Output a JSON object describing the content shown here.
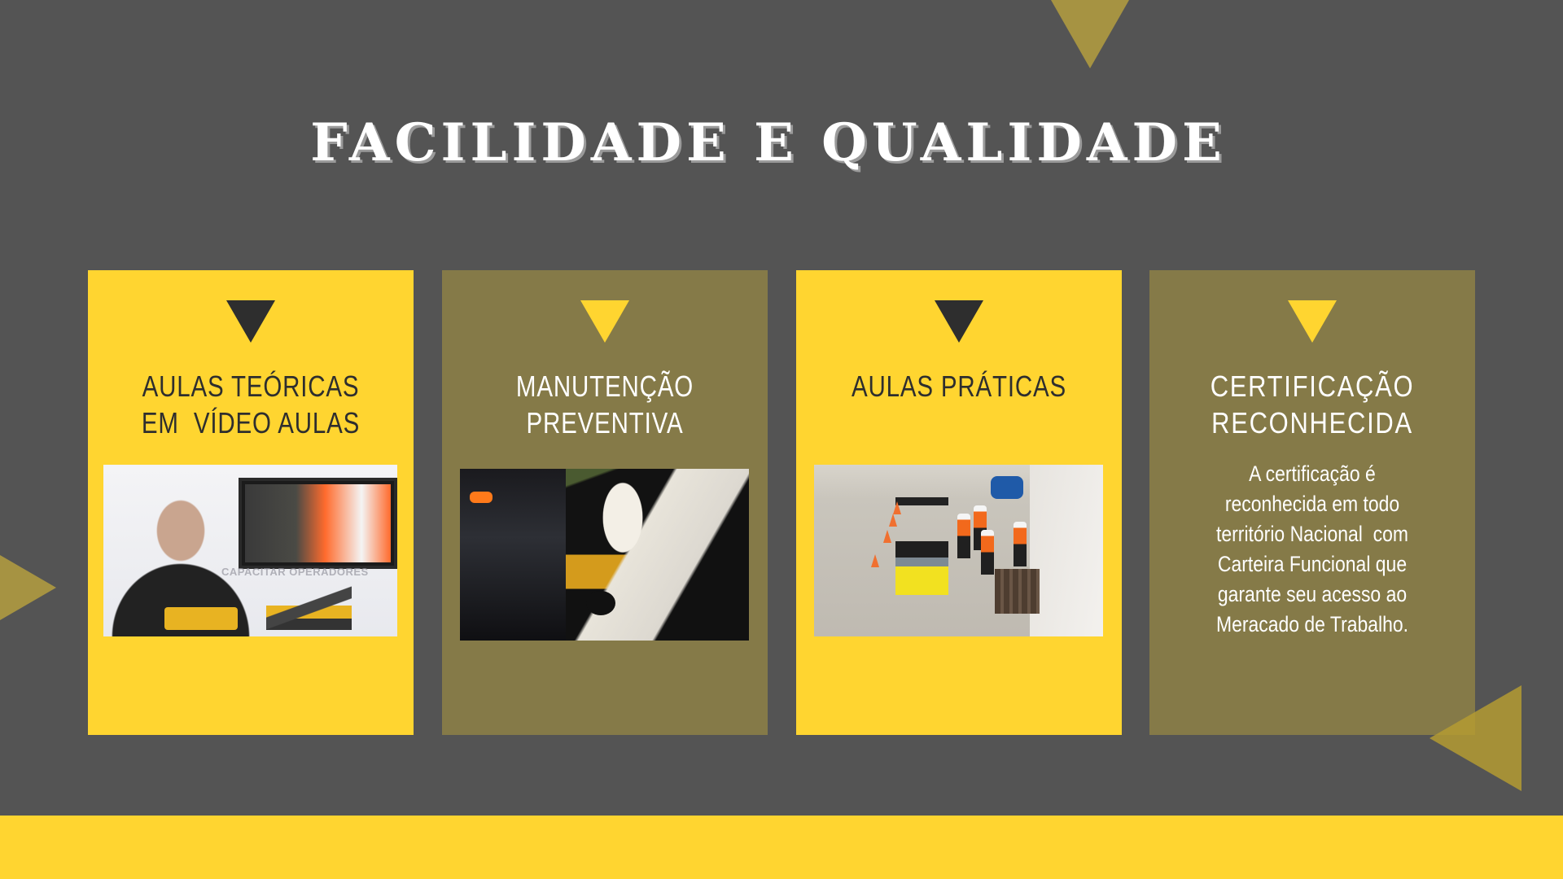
{
  "page": {
    "title": "FACILIDADE E QUALIDADE",
    "colors": {
      "background": "#545454",
      "yellow": "#FFD530",
      "olive": "#857A48",
      "accent_triangle": "#A69342",
      "dark_text": "#2E2E2E",
      "light_text": "#FFFFFF"
    }
  },
  "cards": [
    {
      "title_line1": "AULAS TEÓRICAS",
      "title_line2": "EM  VÍDEO AULAS",
      "style": "yellow",
      "marker_icon": "down-triangle-icon",
      "image": {
        "description": "Instructor presenting video lesson with construction equipment models",
        "watermark": "CAPACITAR OPERADORES"
      }
    },
    {
      "title_line1": "MANUTENÇÃO",
      "title_line2": "PREVENTIVA",
      "style": "olive",
      "marker_icon": "down-triangle-icon",
      "image": {
        "description": "Mechanic checking engine oil dipstick"
      }
    },
    {
      "title_line1": "AULAS PRÁTICAS",
      "title_line2": "",
      "style": "yellow",
      "marker_icon": "down-triangle-icon",
      "image": {
        "description": "Workers in safety vests beside a yellow forklift in a training yard"
      }
    },
    {
      "title_line1": "CERTIFICAÇÃO",
      "title_line2": "RECONHECIDA",
      "style": "olive",
      "marker_icon": "down-triangle-icon",
      "body_lines": [
        "A certificação é",
        "reconhecida em todo",
        "território Nacional  com",
        "Carteira Funcional que",
        "garante seu acesso ao",
        "Meracado de Trabalho."
      ]
    }
  ]
}
